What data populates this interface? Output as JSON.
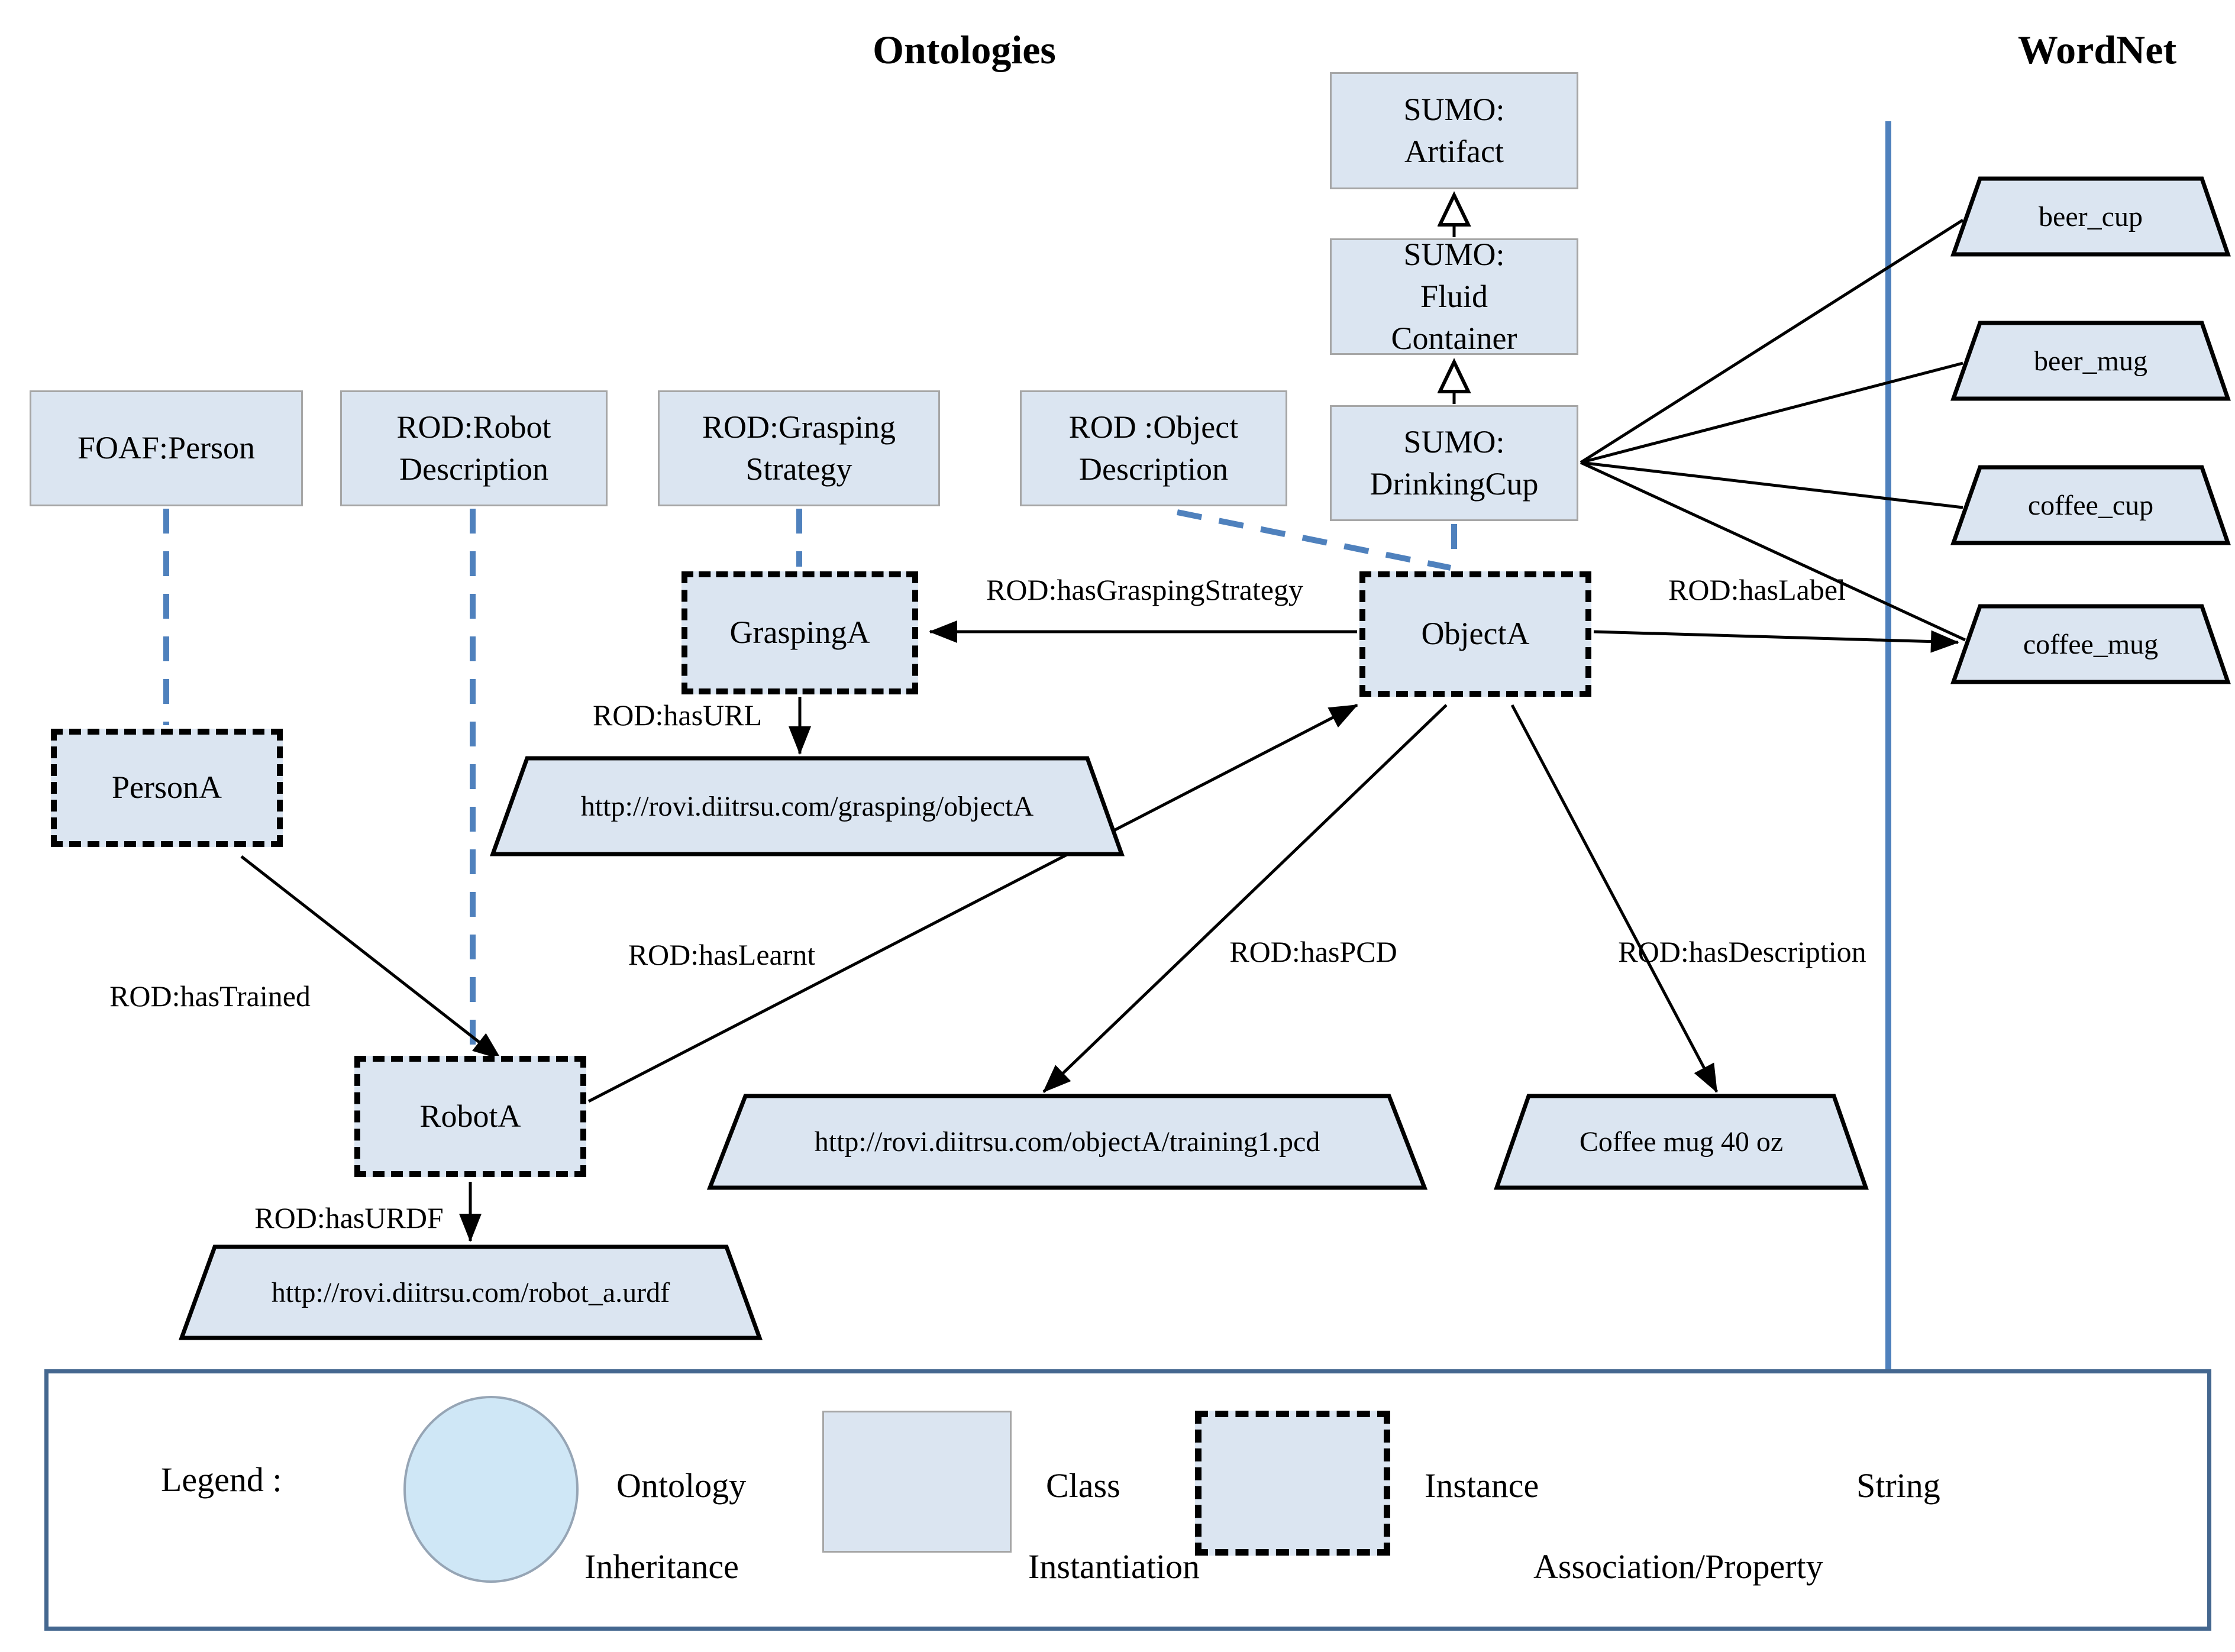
{
  "diagram": {
    "section_titles": {
      "left": "Ontologies",
      "right": "WordNet"
    },
    "class_nodes": {
      "foaf_person": "FOAF:Person",
      "rod_robot_description": "ROD:Robot Description",
      "rod_grasping_strategy": "ROD:Grasping Strategy",
      "rod_object_description": "ROD :Object Description",
      "sumo_artifact": "SUMO: Artifact",
      "sumo_fluid_container": "SUMO: Fluid Container",
      "sumo_drinking_cup": "SUMO: DrinkingCup"
    },
    "instance_nodes": {
      "person_a": "PersonA",
      "grasping_a": "GraspingA",
      "object_a": "ObjectA",
      "robot_a": "RobotA"
    },
    "string_nodes": {
      "beer_cup": "beer_cup",
      "beer_mug": "beer_mug",
      "coffee_cup": "coffee_cup",
      "coffee_mug": "coffee_mug",
      "grasping_url": "http://rovi.diitrsu.com/grasping/objectA",
      "training_pcd": "http://rovi.diitrsu.com/objectA/training1.pcd",
      "coffee_mug_description": "Coffee mug 40 oz",
      "robot_urdf": "http://rovi.diitrsu.com/robot_a.urdf"
    },
    "edge_labels": {
      "has_grasping_strategy": "ROD:hasGraspingStrategy",
      "has_label": "ROD:hasLabel",
      "has_url": "ROD:hasURL",
      "has_trained": "ROD:hasTrained",
      "has_learnt": "ROD:hasLearnt",
      "has_pcd": "ROD:hasPCD",
      "has_description": "ROD:hasDescription",
      "has_urdf": "ROD:hasURDF"
    }
  },
  "legend": {
    "title": "Legend :",
    "ontology": "Ontology",
    "class": "Class",
    "instance": "Instance",
    "string": "String",
    "inheritance": "Inheritance",
    "instantiation": "Instantiation",
    "association": "Association/Property"
  },
  "colors": {
    "node_fill": "#dbe5f1",
    "node_border": "#a6a6a6",
    "instance_border": "#000000",
    "ontology_fill": "#cfe7f6",
    "instantiation_color": "#4f81bd",
    "divider_color": "#4f81bd",
    "legend_border": "#44678f",
    "connector_color": "#000000"
  }
}
